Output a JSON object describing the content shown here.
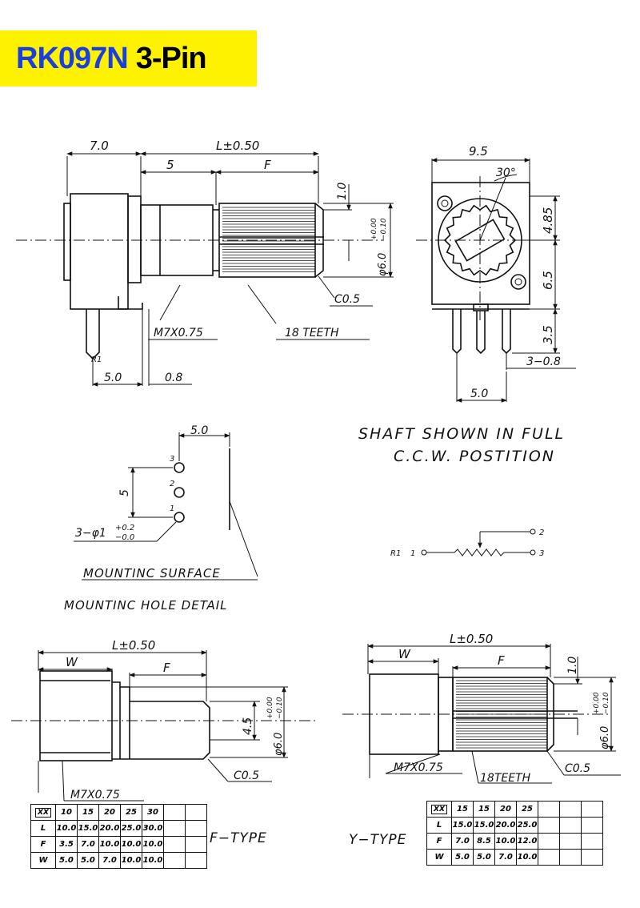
{
  "title": {
    "model": "RK097N",
    "pins": "3-Pin"
  },
  "front_view": {
    "dim_7_0": "7.0",
    "dim_length": "L±0.50",
    "dim_5": "5",
    "dim_f": "F",
    "dim_1_0": "1.0",
    "dim_dia": "φ6.0",
    "dia_tol_upper": "+0.00",
    "dia_tol_lower": "−0.10",
    "chamfer": "C0.5",
    "thread": "M7X0.75",
    "teeth": "18 TEETH",
    "r1": "R1",
    "dim_5_0": "5.0",
    "dim_0_8": "0.8"
  },
  "side_view": {
    "dim_9_5": "9.5",
    "angle": "30°",
    "dim_4_85": "4.85",
    "dim_6_5": "6.5",
    "dim_3_5": "3.5",
    "pins": "3−0.8",
    "dim_5_0": "5.0"
  },
  "note": {
    "line1": "SHAFT SHOWN IN FULL",
    "line2": "C.C.W. POSTITION"
  },
  "mounting": {
    "dim_5_0": "5.0",
    "dim_5": "5",
    "pin_labels": [
      "3",
      "2",
      "1"
    ],
    "hole_spec": "3−φ1",
    "hole_tol_upper": "+0.2",
    "hole_tol_lower": "−0.0",
    "surface_label": "MOUNTINC SURFACE",
    "detail_label": "MOUNTINC HOLE DETAIL"
  },
  "schematic": {
    "r1": "R1",
    "pin1": "1",
    "pin2": "2",
    "pin3": "3"
  },
  "f_type": {
    "dim_length": "L±0.50",
    "dim_w": "W",
    "dim_f": "F",
    "dim_4_5": "4.5",
    "dim_dia": "φ6.0",
    "dia_tol_upper": "+0.00",
    "dia_tol_lower": "−0.10",
    "chamfer": "C0.5",
    "thread": "M7X0.75",
    "label": "F−TYPE",
    "table": {
      "header": [
        "XX",
        "10",
        "15",
        "20",
        "25",
        "30",
        "",
        ""
      ],
      "rows": [
        [
          "L",
          "10.0",
          "15.0",
          "20.0",
          "25.0",
          "30.0",
          "",
          ""
        ],
        [
          "F",
          "3.5",
          "7.0",
          "10.0",
          "10.0",
          "10.0",
          "",
          ""
        ],
        [
          "W",
          "5.0",
          "5.0",
          "7.0",
          "10.0",
          "10.0",
          "",
          ""
        ]
      ]
    }
  },
  "y_type": {
    "dim_length": "L±0.50",
    "dim_w": "W",
    "dim_f": "F",
    "dim_1_0": "1.0",
    "dim_dia": "φ6.0",
    "dia_tol_upper": "+0.00",
    "dia_tol_lower": "−0.10",
    "chamfer": "C0.5",
    "thread": "M7X0.75",
    "teeth": "18TEETH",
    "label": "Y−TYPE",
    "table": {
      "header": [
        "XX",
        "15",
        "15",
        "20",
        "25",
        "",
        "",
        ""
      ],
      "rows": [
        [
          "L",
          "15.0",
          "15.0",
          "20.0",
          "25.0",
          "",
          "",
          ""
        ],
        [
          "F",
          "7.0",
          "8.5",
          "10.0",
          "12.0",
          "",
          "",
          ""
        ],
        [
          "W",
          "5.0",
          "5.0",
          "7.0",
          "10.0",
          "",
          "",
          ""
        ]
      ]
    }
  }
}
